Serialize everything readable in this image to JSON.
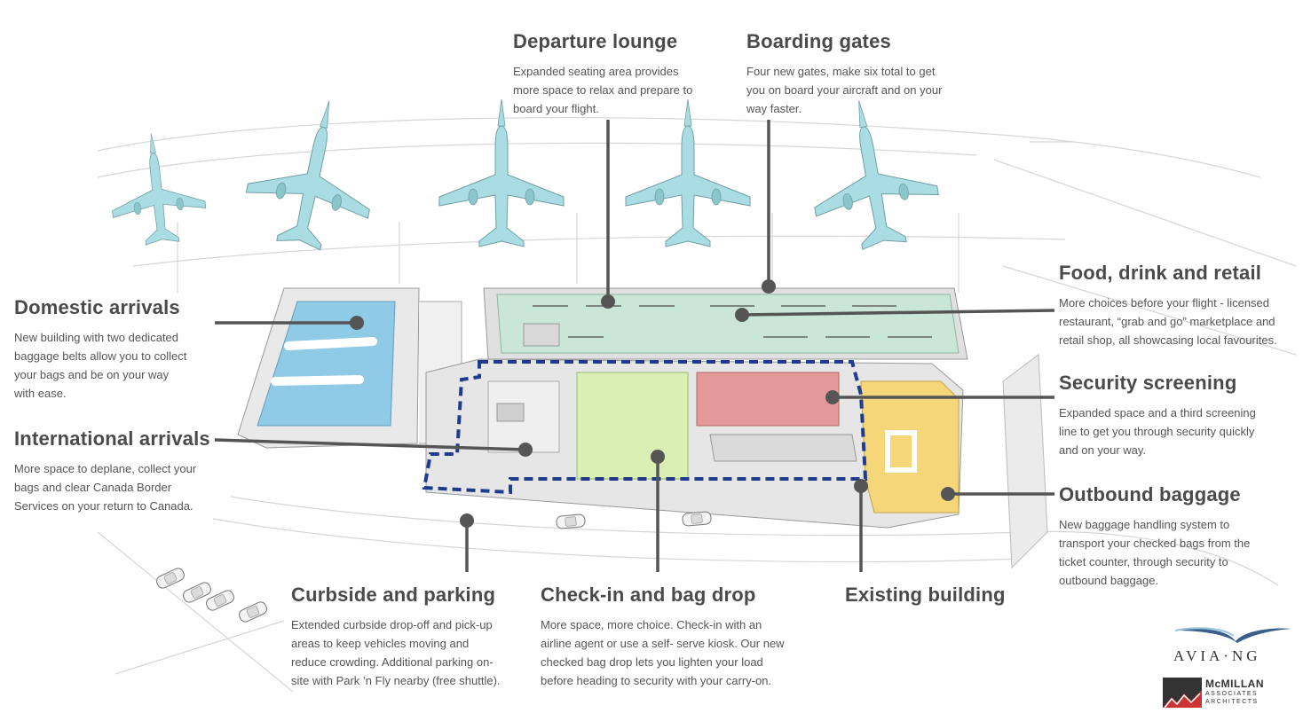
{
  "callouts": {
    "departure_lounge": {
      "title": "Departure lounge",
      "text": "Expanded seating area provides more space to relax and prepare to board your flight."
    },
    "boarding_gates": {
      "title": "Boarding gates",
      "text": "Four new gates, make six total to get you on board your aircraft and on your way faster."
    },
    "food_drink_retail": {
      "title": "Food, drink and retail",
      "text": "More choices before your flight - licensed restaurant, “grab and go” marketplace and retail shop, all showcasing local favourites."
    },
    "domestic_arrivals": {
      "title": "Domestic arrivals",
      "text": "New building with two dedicated baggage belts allow you to collect your bags and be on your way with ease."
    },
    "security_screening": {
      "title": "Security screening",
      "text": "Expanded space and a third screening line to get you through security quickly and on your way."
    },
    "international_arrivals": {
      "title": "International arrivals",
      "text": "More space to deplane, collect your bags and clear Canada Border Services on your return to Canada."
    },
    "outbound_baggage": {
      "title": "Outbound baggage",
      "text": "New baggage handling system to transport your checked bags from the ticket counter, through security to outbound baggage."
    },
    "curbside_parking": {
      "title": "Curbside and parking",
      "text": "Extended curbside drop-off and pick-up areas to keep vehicles moving and reduce crowding. Additional parking on-site with Park ’n Fly nearby (free shuttle)."
    },
    "checkin_bag_drop": {
      "title": "Check-in and bag drop",
      "text": "More space, more choice. Check-in with an airline agent or use a self- serve kiosk. Our new checked bag drop lets you lighten your load before heading to security with your carry-on."
    },
    "existing_building": {
      "title": "Existing building",
      "text": ""
    }
  },
  "logos": {
    "avia": "AVIA·NG",
    "mcmillan": "McMILLAN",
    "mcmillan_sub1": "ASSOCIATES",
    "mcmillan_sub2": "ARCHITECTS"
  },
  "colors": {
    "domestic_arrivals": "#8fcbe6",
    "departure_lounge": "#c9e6d8",
    "checkin": "#d9efb4",
    "security": "#e59a9a",
    "outbound_baggage": "#f5d77a",
    "existing_outline": "#1f3c8c",
    "aircraft": "#a9dde3",
    "leader_line": "#555555"
  }
}
